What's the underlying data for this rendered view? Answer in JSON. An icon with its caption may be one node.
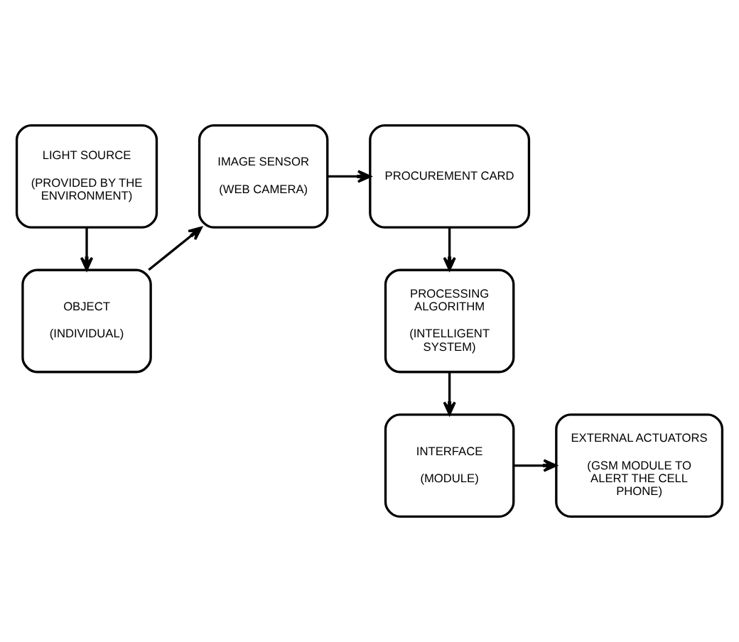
{
  "diagram": {
    "nodes": [
      {
        "text": [
          "LIGHT SOURCE",
          "(PROVIDED BY THE ENVIRONMENT)"
        ]
      },
      {
        "text": [
          "IMAGE SENSOR",
          "(WEB CAMERA)"
        ]
      },
      {
        "text": [
          "PROCUREMENT CARD"
        ]
      },
      {
        "text": [
          "OBJECT",
          "(INDIVIDUAL)"
        ]
      },
      {
        "text": [
          "PROCESSING ALGORITHM",
          "(INTELLIGENT SYSTEM)"
        ]
      },
      {
        "text": [
          "EXTERNAL ACTUATORS",
          "(GSM MODULE TO ALERT THE CELL PHONE)"
        ]
      },
      {
        "text": [
          "INTERFACE",
          "(MODULE)"
        ]
      }
    ],
    "edges": [
      {
        "from": 0,
        "to": 3,
        "arrow": "to"
      },
      {
        "from": 3,
        "to": 1,
        "arrow": "to"
      },
      {
        "from": 1,
        "to": 2,
        "arrow": "to"
      },
      {
        "from": 2,
        "to": 4,
        "arrow": "to"
      },
      {
        "from": 4,
        "to": 6,
        "arrow": "to"
      },
      {
        "from": 6,
        "to": 5,
        "arrow": "to"
      }
    ]
  }
}
